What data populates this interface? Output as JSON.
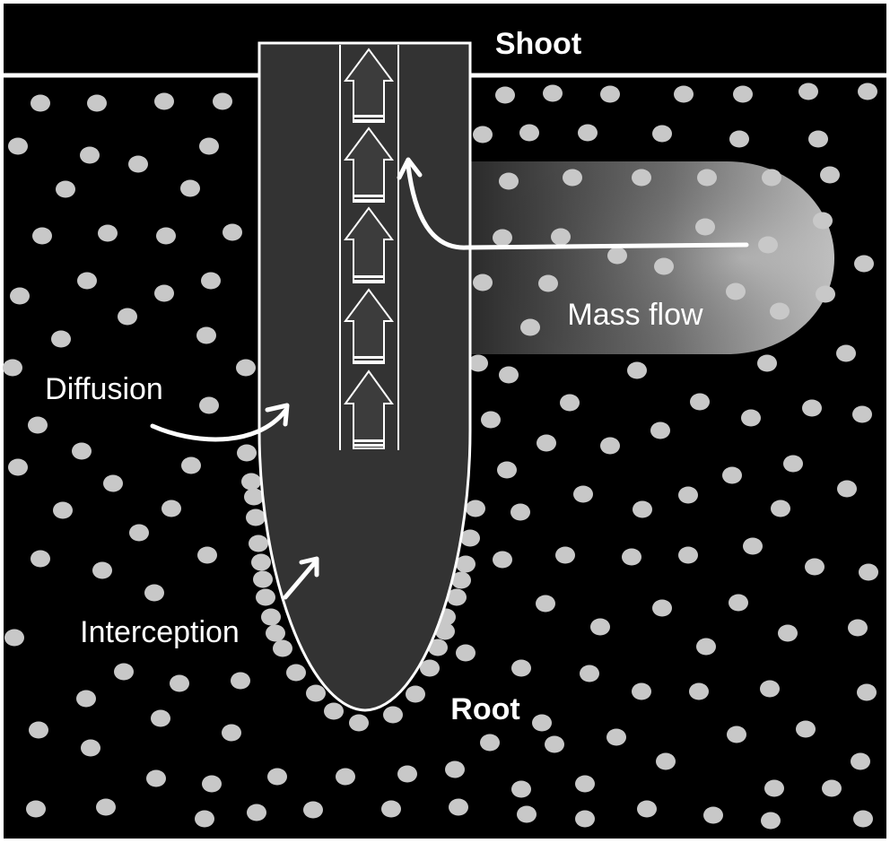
{
  "labels": {
    "shoot": "Shoot",
    "root": "Root",
    "mass_flow": "Mass flow",
    "diffusion": "Diffusion",
    "interception": "Interception"
  },
  "colors": {
    "background": "#000000",
    "particle": "#c8c8c8",
    "root_fill": "#333333",
    "xylem_arrow_fill": "#3c3c3c",
    "outline": "#ffffff"
  },
  "icons": {
    "xylem_arrows": "arrow-up-icon",
    "process_arrows": "curved-arrow-icon"
  }
}
